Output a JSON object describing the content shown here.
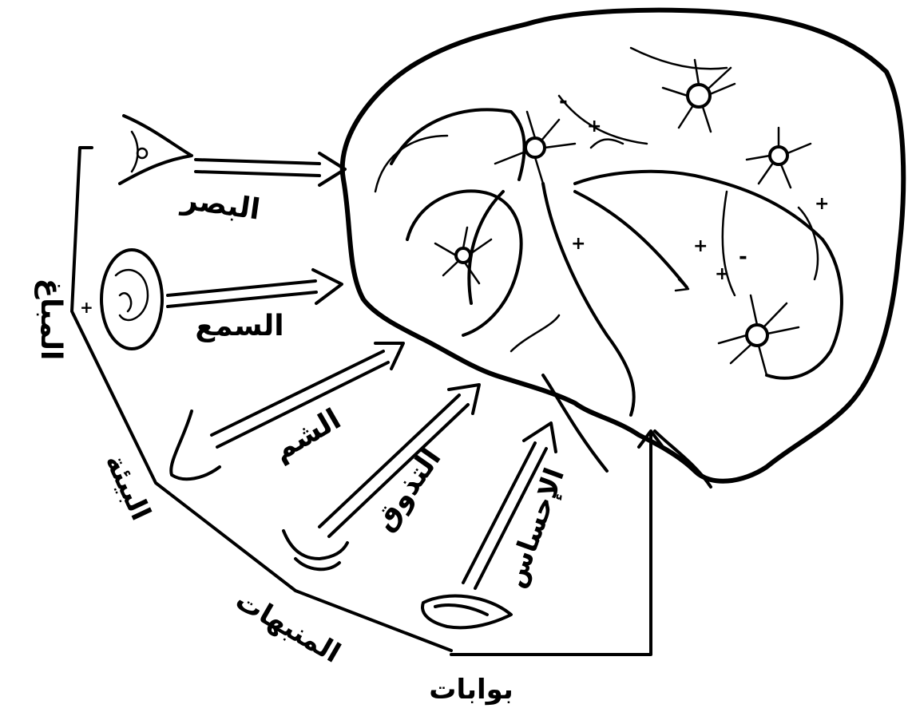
{
  "diagram": {
    "senses": {
      "sight": "البصر",
      "hearing": "السمع",
      "smell": "الشم",
      "taste": "التذوق",
      "touch": "الإحساس"
    },
    "frame_labels": {
      "left": "المباغ",
      "environment": "البيئة",
      "stimuli": "المنبهات",
      "gates": "بوابات"
    },
    "signs": {
      "plus": "+",
      "minus": "-"
    }
  }
}
